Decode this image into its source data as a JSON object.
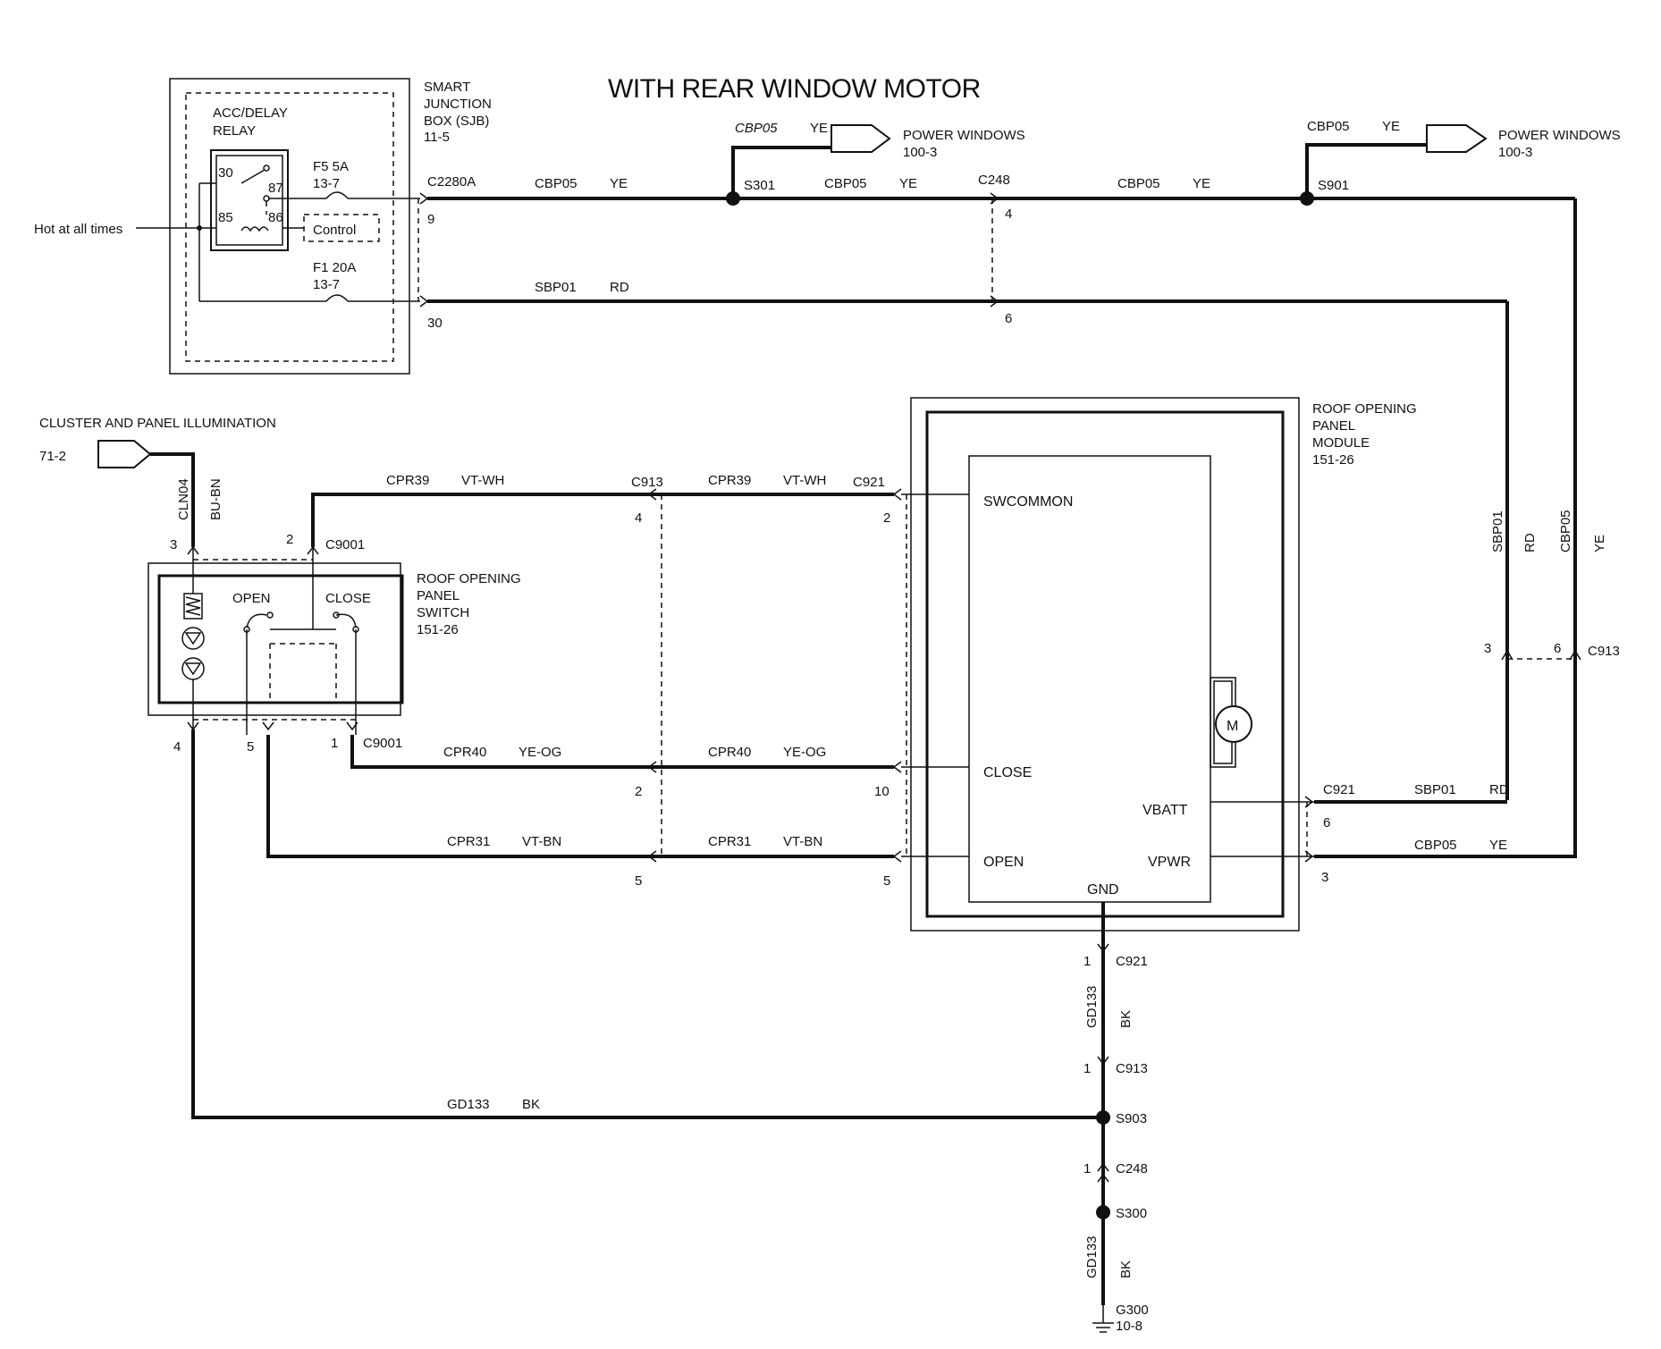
{
  "title": "WITH REAR WINDOW MOTOR",
  "sjb": {
    "name_l1": "SMART",
    "name_l2": "JUNCTION",
    "name_l3": "BOX (SJB)",
    "page": "11-5",
    "relay_l1": "ACC/DELAY",
    "relay_l2": "RELAY",
    "pin30": "30",
    "pin87": "87",
    "pin85": "85",
    "pin86": "86",
    "control": "Control",
    "f5": "F5  5A",
    "f5_page": "13-7",
    "f1": "F1  20A",
    "f1_page": "13-7"
  },
  "hot_label": "Hot at all times",
  "conn": {
    "c2280a": "C2280A",
    "pin9": "9",
    "pin30": "30",
    "c248": "C248",
    "c248_4": "4",
    "c248_6": "6",
    "c913": "C913",
    "c921": "C921",
    "c9001": "C9001",
    "c248_1": "1",
    "c913_1": "1",
    "c921_1": "1",
    "c913_top_4": "4",
    "c913_mid_2": "2",
    "c913_bot_5": "5",
    "c921_2": "2",
    "c921_10": "10",
    "c921_5": "5",
    "c921_6": "6",
    "c921_3": "3",
    "c913_r3": "3",
    "c913_r6": "6",
    "sw_3": "3",
    "sw_2": "2",
    "sw_4": "4",
    "sw_5": "5",
    "sw_1": "1"
  },
  "splices": {
    "s301": "S301",
    "s901": "S901",
    "s903": "S903",
    "s300": "S300"
  },
  "wires": {
    "cbp05": "CBP05",
    "ye": "YE",
    "sbp01": "SBP01",
    "rd": "RD",
    "cpr39": "CPR39",
    "vtwh": "VT-WH",
    "cpr40": "CPR40",
    "yeog": "YE-OG",
    "cpr31": "CPR31",
    "vtbn": "VT-BN",
    "gd133": "GD133",
    "bk": "BK",
    "cln04": "CLN04",
    "bubn": "BU-BN"
  },
  "power_windows": {
    "label": "POWER WINDOWS",
    "page": "100-3"
  },
  "cluster": {
    "label": "CLUSTER AND PANEL ILLUMINATION",
    "page": "71-2"
  },
  "switch": {
    "l1": "ROOF OPENING",
    "l2": "PANEL",
    "l3": "SWITCH",
    "page": "151-26",
    "open": "OPEN",
    "close": "CLOSE"
  },
  "module": {
    "l1": "ROOF OPENING",
    "l2": "PANEL",
    "l3": "MODULE",
    "page": "151-26",
    "swcommon": "SWCOMMON",
    "close": "CLOSE",
    "open": "OPEN",
    "vbatt": "VBATT",
    "vpwr": "VPWR",
    "gnd": "GND",
    "motor": "M"
  },
  "ground": {
    "name": "G300",
    "page": "10-8"
  }
}
